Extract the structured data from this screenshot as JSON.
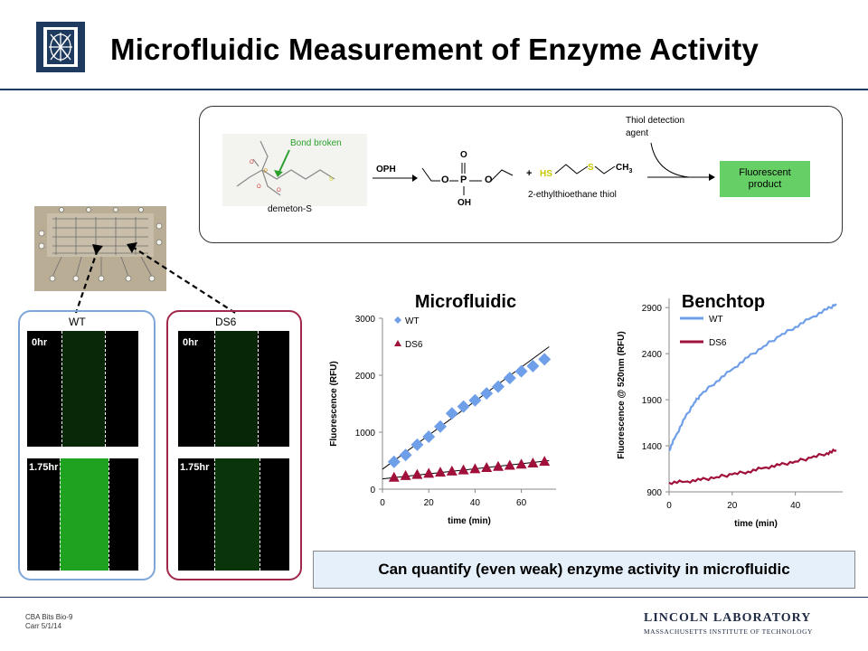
{
  "slide": {
    "title": "Microfluidic Measurement of Enzyme Activity",
    "footer_line1": "CBA Bits Bio-9",
    "footer_line2": "Carr 5/1/14",
    "logo_line1": "LINCOLN LABORATORY",
    "logo_line2": "MASSACHUSETTS INSTITUTE OF TECHNOLOGY",
    "conclusion": "Can quantify (even weak) enzyme activity in microfluidic"
  },
  "reaction": {
    "bond_broken": "Bond broken",
    "demeton": "demeton-S",
    "oph": "OPH",
    "thiol_agent_1": "Thiol detection",
    "thiol_agent_2": "agent",
    "thiol_name": "2-ethylthioethane thiol",
    "plus": "+",
    "hs": "HS",
    "s": "S",
    "ch3": "CH",
    "ch3_sub": "3",
    "atom_O_top": "O",
    "atom_P": "P",
    "atom_O_left": "O",
    "atom_O_right": "O",
    "atom_OH": "OH",
    "product": "Fluorescent product"
  },
  "micrographs": {
    "wt_label": "WT",
    "ds6_label": "DS6",
    "t0": "0hr",
    "t1": "1.75hr"
  },
  "colors": {
    "wt_panel": "#7fa6d9",
    "ds6_panel": "#a0284a",
    "wt_marker": "#6f9fe8",
    "ds6_marker": "#a0103a",
    "product_box": "#66d066",
    "green_text": "#2ca02c"
  },
  "chart_data": [
    {
      "type": "scatter",
      "title": "Microfluidic",
      "xlabel": "time (min)",
      "ylabel": "Fluorescence (RFU)",
      "xlim": [
        0,
        75
      ],
      "ylim": [
        0,
        3000
      ],
      "xticks": [
        0,
        20,
        40,
        60
      ],
      "yticks": [
        0,
        1000,
        2000,
        3000
      ],
      "legend_position": "top-left",
      "series": [
        {
          "name": "WT",
          "marker": "diamond",
          "x": [
            5,
            10,
            15,
            20,
            25,
            30,
            35,
            40,
            45,
            50,
            55,
            60,
            65,
            70
          ],
          "y": [
            480,
            600,
            780,
            920,
            1100,
            1330,
            1450,
            1560,
            1680,
            1800,
            1950,
            2070,
            2160,
            2280
          ],
          "fit": [
            [
              0,
              350
            ],
            [
              72,
              2500
            ]
          ]
        },
        {
          "name": "DS6",
          "marker": "triangle",
          "x": [
            5,
            10,
            15,
            20,
            25,
            30,
            35,
            40,
            45,
            50,
            55,
            60,
            65,
            70
          ],
          "y": [
            210,
            240,
            260,
            280,
            300,
            320,
            340,
            360,
            380,
            400,
            420,
            440,
            460,
            490
          ],
          "fit": [
            [
              0,
              180
            ],
            [
              72,
              500
            ]
          ]
        }
      ]
    },
    {
      "type": "line",
      "title": "Benchtop",
      "xlabel": "time (min)",
      "ylabel": "Fluorescence @ 520nm (RFU)",
      "xlim": [
        0,
        55
      ],
      "ylim": [
        900,
        3000
      ],
      "xticks": [
        0,
        20,
        40
      ],
      "yticks": [
        900,
        1400,
        1900,
        2400,
        2900
      ],
      "legend_position": "top-left",
      "series": [
        {
          "name": "WT",
          "x": [
            0,
            2,
            5,
            8,
            10,
            15,
            20,
            25,
            30,
            35,
            40,
            45,
            50,
            53
          ],
          "y": [
            1350,
            1500,
            1700,
            1870,
            1950,
            2100,
            2230,
            2360,
            2480,
            2590,
            2690,
            2790,
            2880,
            2940
          ]
        },
        {
          "name": "DS6",
          "x": [
            0,
            5,
            10,
            15,
            20,
            25,
            30,
            35,
            40,
            45,
            50,
            53
          ],
          "y": [
            1000,
            1010,
            1030,
            1060,
            1090,
            1120,
            1160,
            1190,
            1230,
            1270,
            1320,
            1350
          ]
        }
      ]
    }
  ]
}
